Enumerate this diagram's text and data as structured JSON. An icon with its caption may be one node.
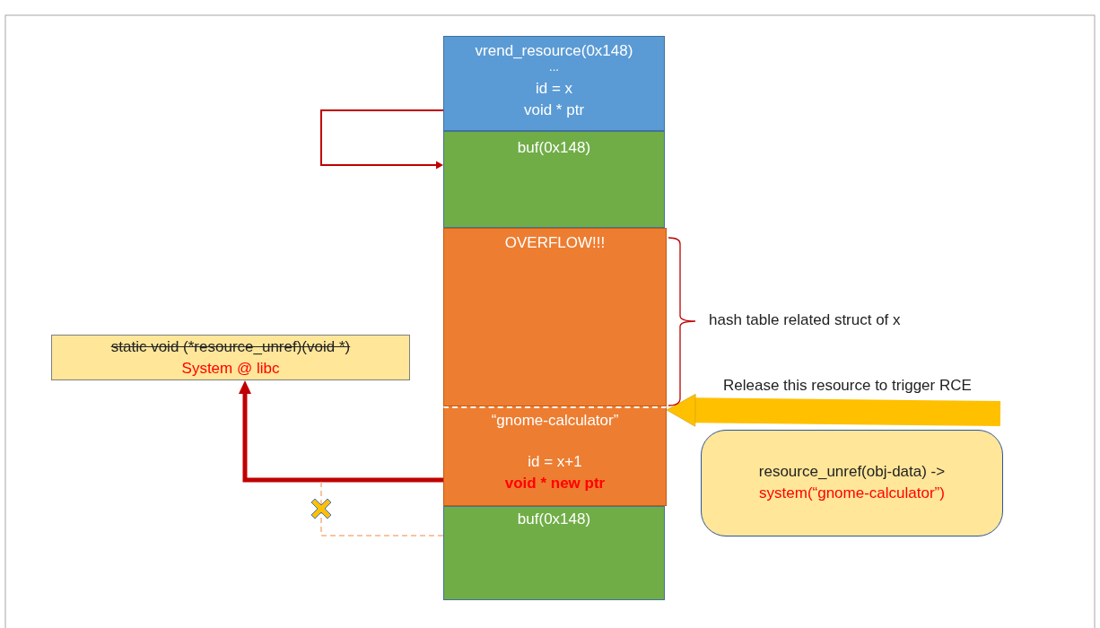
{
  "diagram": {
    "nodes": [
      {
        "text": [
          "vrend_resource(0x148)",
          "...",
          "id = x",
          "void * ptr"
        ]
      },
      {
        "text": [
          "buf(0x148)"
        ]
      },
      {
        "text": [
          "OVERFLOW!!!"
        ]
      },
      {
        "text": [
          "“gnome-calculator”",
          "id = x+1",
          "void * new ptr"
        ]
      },
      {
        "text": [
          "buf(0x148)"
        ]
      },
      {
        "text": [
          "static void (*resource_unref)(void *)",
          "System @ libc"
        ]
      },
      {
        "text": [
          "resource_unref(obj-data) ->",
          "system(“gnome-calculator”)"
        ]
      }
    ],
    "edges": [
      {
        "from": 0,
        "to": 1,
        "arrow": "to",
        "color": "#c00000"
      },
      {
        "from": 3,
        "to": 5,
        "arrow": "to",
        "style": "thick",
        "color": "#c00000"
      },
      {
        "from": 4,
        "to": null,
        "arrow": "none",
        "style": "dashed",
        "color": "#f4b183"
      },
      {
        "from": null,
        "to": 3,
        "arrow": "to",
        "label": "Release this resource to trigger RCE",
        "style": "thick",
        "color": "#ffc000"
      }
    ],
    "labels": [
      "hash table related struct of x"
    ]
  }
}
